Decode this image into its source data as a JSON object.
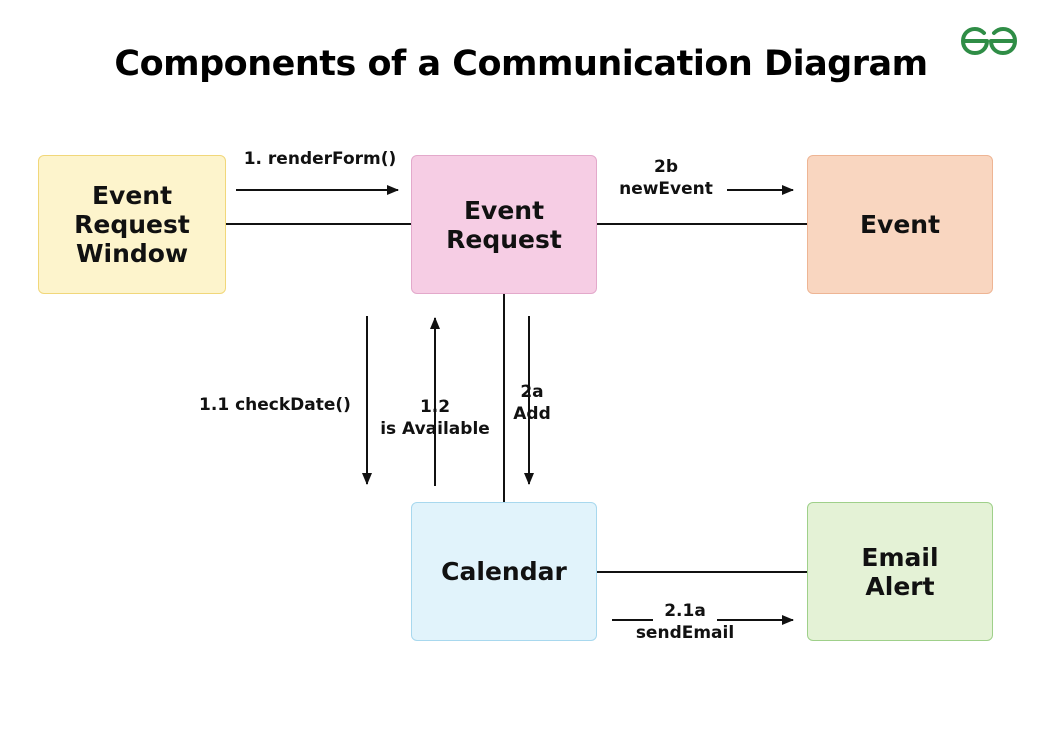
{
  "title": "Components of a Communication Diagram",
  "logo": {
    "icon": "gfg-logo-icon",
    "color": "#2f8d46"
  },
  "colors": {
    "line": "#111111",
    "event_request_window": {
      "fill": "#fdf4cc",
      "border": "#f1d77a"
    },
    "event_request": {
      "fill": "#f6cde4",
      "border": "#e3a9cb"
    },
    "event": {
      "fill": "#f9d6c0",
      "border": "#eeb594"
    },
    "calendar": {
      "fill": "#e1f3fb",
      "border": "#a8d8ee"
    },
    "email_alert": {
      "fill": "#e4f2d6",
      "border": "#9fd08a"
    }
  },
  "objects": {
    "event_request_window": "Event\nRequest\nWindow",
    "event_request": "Event\nRequest",
    "event": "Event",
    "calendar": "Calendar",
    "email_alert": "Email\nAlert"
  },
  "messages": {
    "render_form": "1. renderForm()",
    "new_event": "2b\nnewEvent",
    "check_date": "1.1 checkDate()",
    "is_available": "1.2\nis Available",
    "add": "2a\nAdd",
    "send_email": "2.1a\nsendEmail"
  }
}
